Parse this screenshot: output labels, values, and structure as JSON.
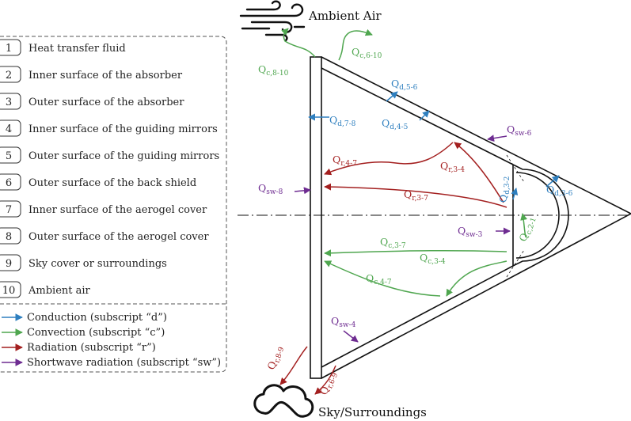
{
  "legend": {
    "items": [
      {
        "num": "1",
        "label": "Heat transfer fluid"
      },
      {
        "num": "2",
        "label": "Inner surface of the absorber"
      },
      {
        "num": "3",
        "label": "Outer surface of the absorber"
      },
      {
        "num": "4",
        "label": "Inner surface of the guiding mirrors"
      },
      {
        "num": "5",
        "label": "Outer surface of the guiding mirrors"
      },
      {
        "num": "6",
        "label": "Outer surface of the back shield"
      },
      {
        "num": "7",
        "label": "Inner surface of the aerogel cover"
      },
      {
        "num": "8",
        "label": "Outer surface of the aerogel cover"
      },
      {
        "num": "9",
        "label": "Sky cover or surroundings"
      },
      {
        "num": "10",
        "label": "Ambient air"
      }
    ],
    "modes": [
      {
        "label": "Conduction (subscript “d”)",
        "color": "#2e7fbf"
      },
      {
        "label": "Convection (subscript “c”)",
        "color": "#4fa64f"
      },
      {
        "label": "Radiation (subscript “r”)",
        "color": "#a31f1f"
      },
      {
        "label": "Shortwave radiation (subscript “sw”)",
        "color": "#6e2c91"
      }
    ]
  },
  "diagram": {
    "ambient_label": "Ambient Air",
    "sky_label": "Sky/Surroundings",
    "flows": {
      "qc810": {
        "main": "Q",
        "sub": "c,8-10"
      },
      "qc610": {
        "main": "Q",
        "sub": "c,6-10"
      },
      "qd56": {
        "main": "Q",
        "sub": "d,5-6"
      },
      "qd78": {
        "main": "Q",
        "sub": "d,7-8"
      },
      "qd45": {
        "main": "Q",
        "sub": "d,4-5"
      },
      "qsw6": {
        "main": "Q",
        "sub": "sw-6"
      },
      "qr47": {
        "main": "Q",
        "sub": "r,4-7"
      },
      "qr34": {
        "main": "Q",
        "sub": "r,3-4"
      },
      "qd32": {
        "main": "Q",
        "sub": "d,3-2"
      },
      "qd36": {
        "main": "Q",
        "sub": "d,3-6"
      },
      "qsw8": {
        "main": "Q",
        "sub": "sw-8"
      },
      "qr37": {
        "main": "Q",
        "sub": "r,3-7"
      },
      "qsw3": {
        "main": "Q",
        "sub": "sw-3"
      },
      "qc21": {
        "main": "Q",
        "sub": "c,2-1"
      },
      "qc37": {
        "main": "Q",
        "sub": "c,3-7"
      },
      "qc34": {
        "main": "Q",
        "sub": "c,3-4"
      },
      "qc47": {
        "main": "Q",
        "sub": "c,4-7"
      },
      "qsw4": {
        "main": "Q",
        "sub": "sw-4"
      },
      "qr89": {
        "main": "Q",
        "sub": "r,8-9"
      },
      "qr69": {
        "main": "Q",
        "sub": "r,6-9"
      }
    }
  }
}
